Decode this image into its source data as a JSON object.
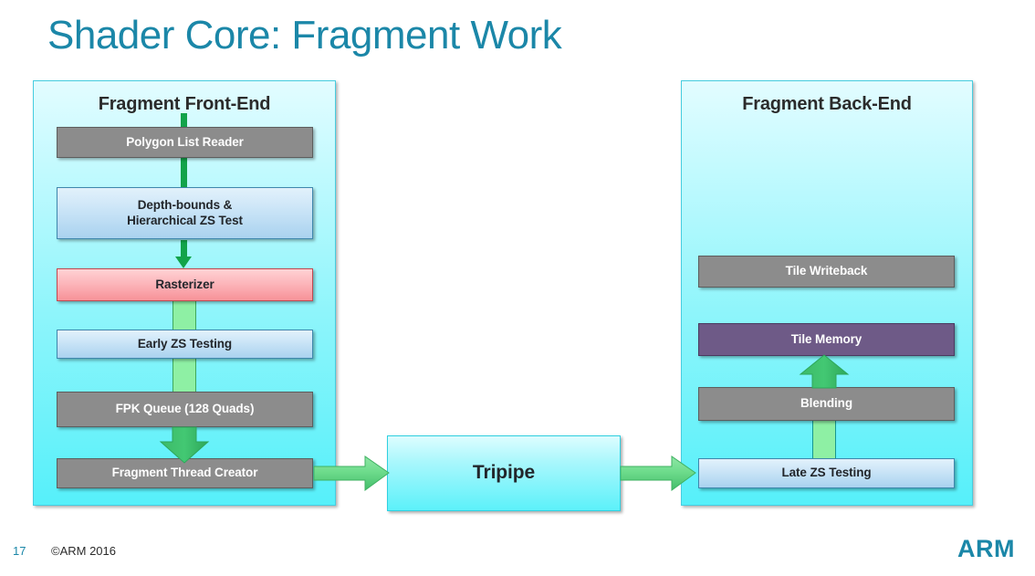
{
  "slide": {
    "title": "Shader Core: Fragment Work",
    "page_number": "17",
    "copyright": "©ARM 2016",
    "logo": "ARM",
    "accent_color": "#1b87a8",
    "panel_fill_color": "#8ef5fb",
    "arrow_color": "#3fbf63"
  },
  "front_end": {
    "title": "Fragment Front-End",
    "boxes": [
      {
        "label": "Polygon List Reader",
        "style": "gray"
      },
      {
        "label": "Depth-bounds &\nHierarchical ZS Test",
        "style": "blue"
      },
      {
        "label": "Rasterizer",
        "style": "pink"
      },
      {
        "label": "Early ZS Testing",
        "style": "blue"
      },
      {
        "label": "FPK Queue (128 Quads)",
        "style": "gray"
      },
      {
        "label": "Fragment Thread Creator",
        "style": "gray"
      }
    ]
  },
  "tripipe": {
    "label": "Tripipe"
  },
  "back_end": {
    "title": "Fragment Back-End",
    "boxes": [
      {
        "label": "Tile Writeback",
        "style": "gray"
      },
      {
        "label": "Tile Memory",
        "style": "purple"
      },
      {
        "label": "Blending",
        "style": "gray"
      },
      {
        "label": "Late ZS Testing",
        "style": "blue"
      }
    ]
  }
}
